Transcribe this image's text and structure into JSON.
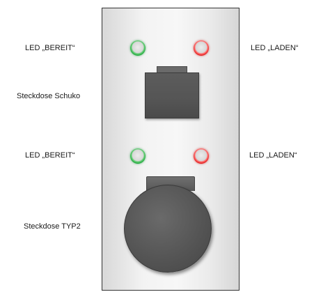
{
  "labels": {
    "led_ready_top": "LED „BEREIT“",
    "led_charge_top": "LED „LADEN“",
    "socket_schuko": "Steckdose Schuko",
    "led_ready_bottom": "LED „BEREIT“",
    "led_charge_bottom": "LED „LADEN“",
    "socket_typ2": "Steckdose TYP2"
  },
  "colors": {
    "led_ready": "#1ea83a",
    "led_charge": "#e21818",
    "socket": "#555555",
    "panel": "#f3f3f3"
  }
}
